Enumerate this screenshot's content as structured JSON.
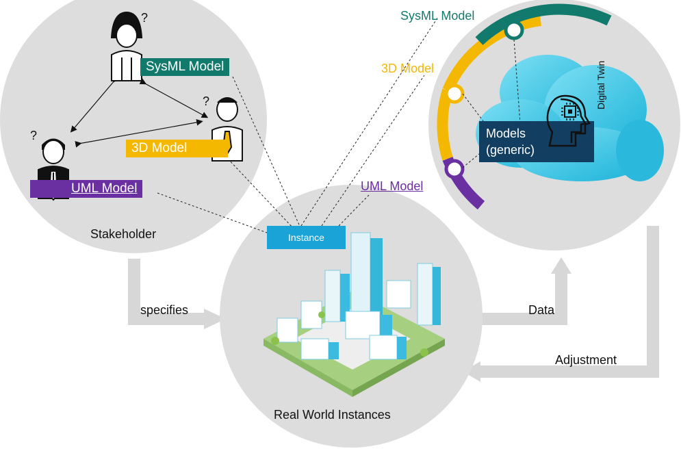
{
  "stakeholder": {
    "label": "Stakeholder",
    "question_mark": "?",
    "roles": {
      "sysml": "SysML Model",
      "model3d": "3D Model",
      "uml": "UML Model"
    }
  },
  "real_world": {
    "label": "Real World Instances",
    "instance_label": "Instance"
  },
  "digital_twin": {
    "label": "Digital Twin",
    "models_line1": "Models",
    "models_line2": "(generic)",
    "ring_labels": {
      "sysml": "SysML Model",
      "model3d": "3D Model",
      "uml": "UML Model"
    }
  },
  "flows": {
    "specifies": "specifies",
    "data": "Data",
    "adjustment": "Adjustment"
  },
  "colors": {
    "sysml": "#127a6c",
    "model3d": "#f5b800",
    "uml": "#6a2fa0",
    "instance": "#1aa3d6",
    "circle": "#dddddd",
    "arrow": "#d7d7d7",
    "models_box": "#123e62",
    "cloud": "#5bd0ec"
  }
}
